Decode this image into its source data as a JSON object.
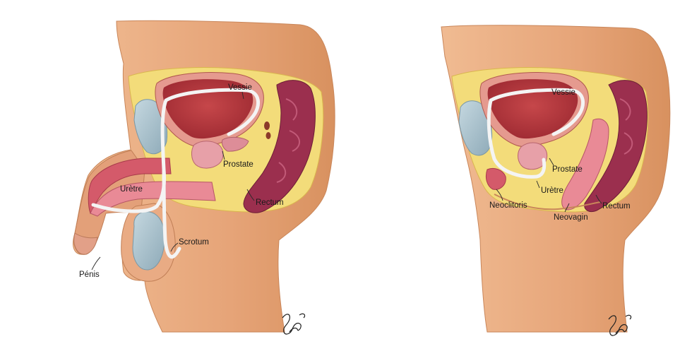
{
  "panels": [
    {
      "labels": {
        "vessie": "Vessie",
        "prostate": "Prostate",
        "uretre": "Urètre",
        "rectum": "Rectum",
        "scrotum": "Scrotum",
        "penis": "Pénis"
      }
    },
    {
      "labels": {
        "vessie": "Vessie",
        "prostate": "Prostate",
        "uretre": "Urètre",
        "rectum": "Rectum",
        "neoclitoris": "Neoclitoris",
        "neovagin": "Neovagin"
      }
    }
  ],
  "colors": {
    "skin": "#e8a87c",
    "skin_dark": "#d08a5e",
    "fat": "#f3dc7a",
    "bladder": "#b83a3e",
    "bladder_wall": "#e59a8f",
    "rectum": "#9b2f4e",
    "bone": "#a9c3cf",
    "urethra": "#f4f4f4",
    "tissue": "#e7a0a8"
  }
}
